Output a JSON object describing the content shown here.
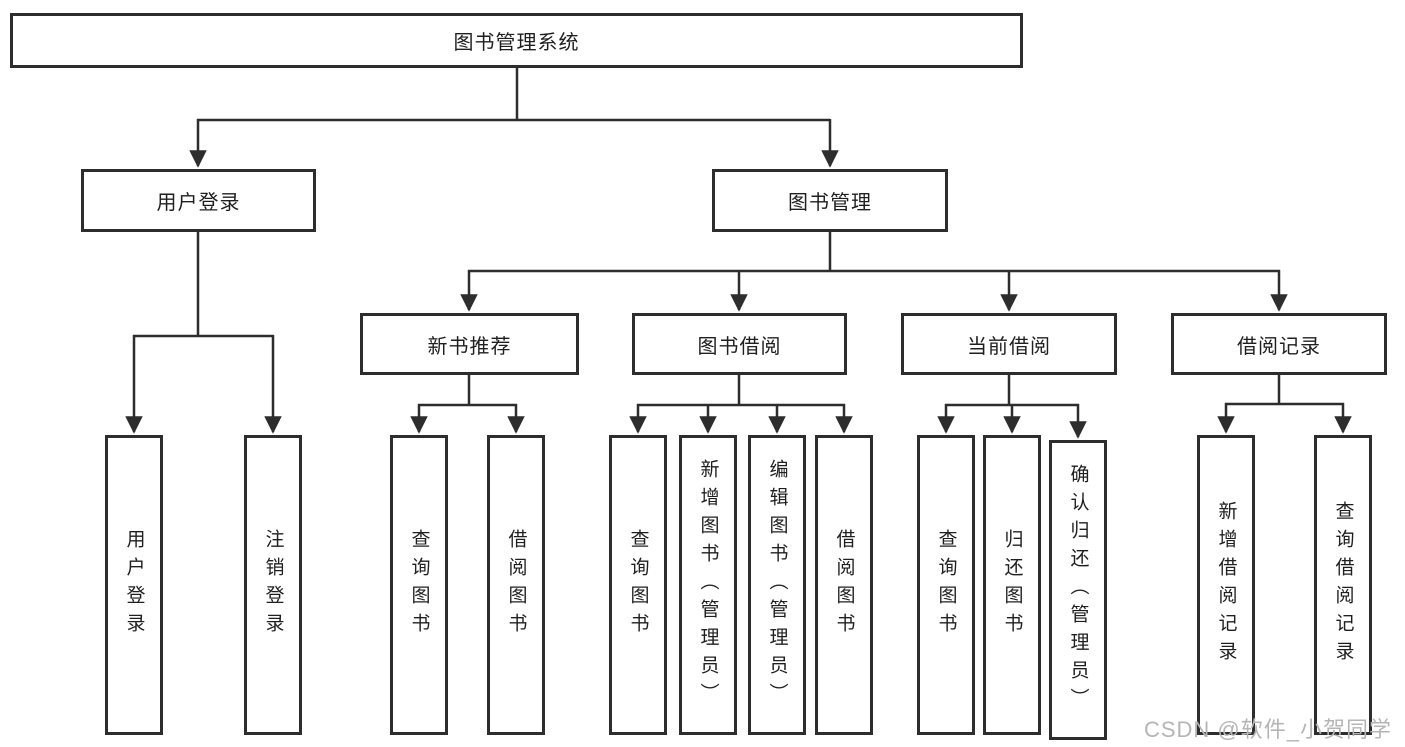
{
  "diagram": {
    "root": {
      "label": "图书管理系统"
    },
    "level2": [
      {
        "label": "用户登录"
      },
      {
        "label": "图书管理"
      }
    ],
    "level3": [
      {
        "label": "新书推荐"
      },
      {
        "label": "图书借阅"
      },
      {
        "label": "当前借阅"
      },
      {
        "label": "借阅记录"
      }
    ],
    "leaves": {
      "user_login": [
        "用户登录",
        "注销登录"
      ],
      "new_book": [
        "查询图书",
        "借阅图书"
      ],
      "book_borrow": [
        "查询图书",
        "新增图书（管理员）",
        "编辑图书（管理员）",
        "借阅图书"
      ],
      "current_borrow": [
        "查询图书",
        "归还图书",
        "确认归还（管理员）"
      ],
      "borrow_records": [
        "新增借阅记录",
        "查询借阅记录"
      ]
    }
  },
  "watermark": "CSDN @软件_小贺同学",
  "colors": {
    "line": "#2d2d2d",
    "text": "#1f1f1f",
    "watermark": "#b5b5b5",
    "background": "#ffffff"
  }
}
